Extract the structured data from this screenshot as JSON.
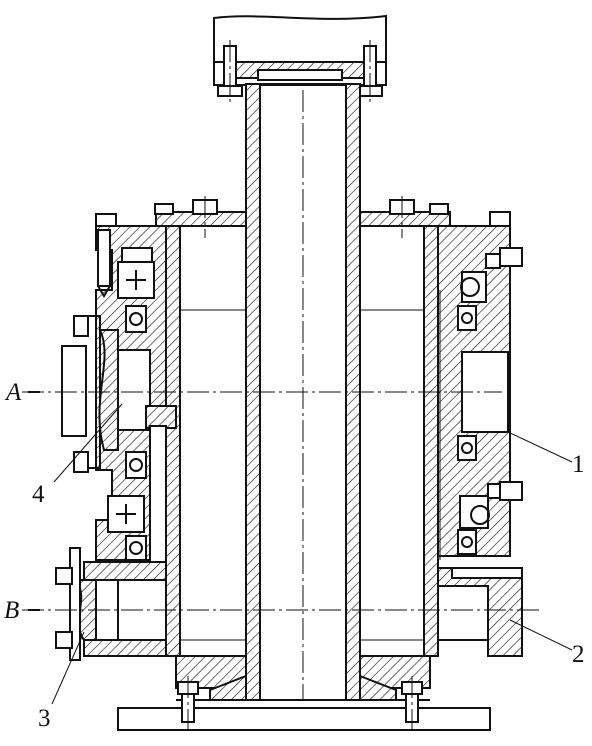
{
  "labels": {
    "part_1": "1",
    "part_2": "2",
    "part_3": "3",
    "part_4": "4",
    "axis_a": "A",
    "axis_b": "B"
  },
  "colors": {
    "line": "#111111",
    "background": "#ffffff"
  }
}
